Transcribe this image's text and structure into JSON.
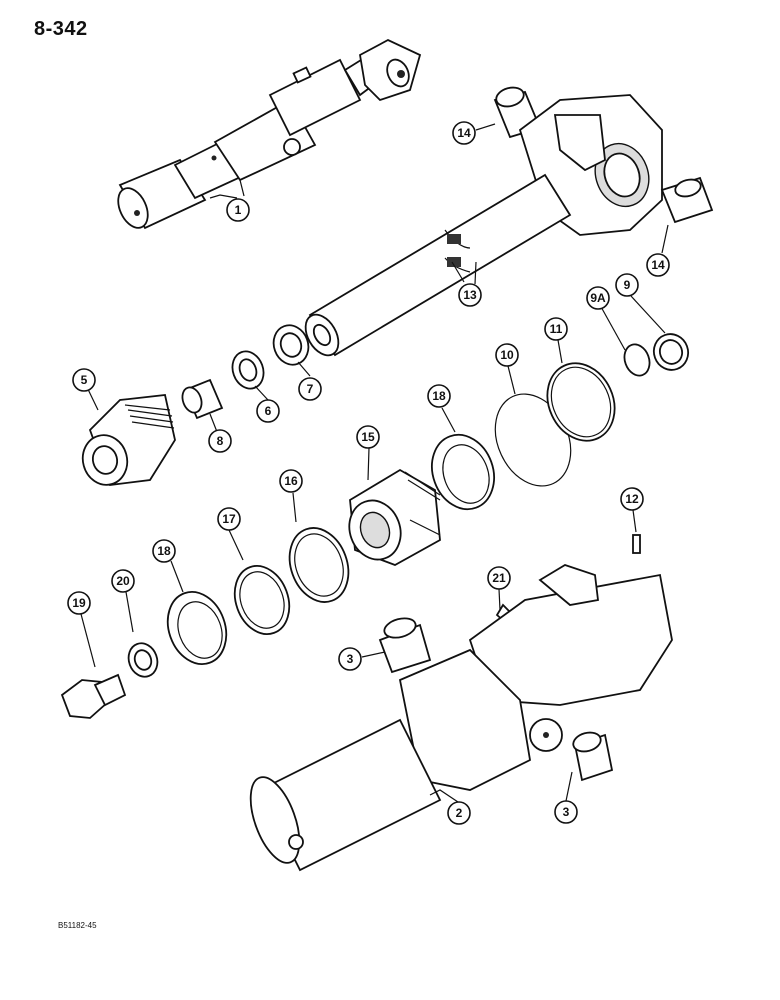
{
  "page": {
    "number": "8-342",
    "figure_code": "B51182-45"
  },
  "callouts": [
    {
      "id": "c1",
      "label": "1"
    },
    {
      "id": "c14a",
      "label": "14"
    },
    {
      "id": "c14b",
      "label": "14"
    },
    {
      "id": "c13",
      "label": "13"
    },
    {
      "id": "c9",
      "label": "9"
    },
    {
      "id": "c9a",
      "label": "9A"
    },
    {
      "id": "c11",
      "label": "11"
    },
    {
      "id": "c10",
      "label": "10"
    },
    {
      "id": "c5",
      "label": "5"
    },
    {
      "id": "c8",
      "label": "8"
    },
    {
      "id": "c6",
      "label": "6"
    },
    {
      "id": "c7",
      "label": "7"
    },
    {
      "id": "c18a",
      "label": "18"
    },
    {
      "id": "c15",
      "label": "15"
    },
    {
      "id": "c16",
      "label": "16"
    },
    {
      "id": "c17",
      "label": "17"
    },
    {
      "id": "c18b",
      "label": "18"
    },
    {
      "id": "c20",
      "label": "20"
    },
    {
      "id": "c19",
      "label": "19"
    },
    {
      "id": "c12",
      "label": "12"
    },
    {
      "id": "c21",
      "label": "21"
    },
    {
      "id": "c3a",
      "label": "3"
    },
    {
      "id": "c3b",
      "label": "3"
    },
    {
      "id": "c2",
      "label": "2"
    }
  ]
}
